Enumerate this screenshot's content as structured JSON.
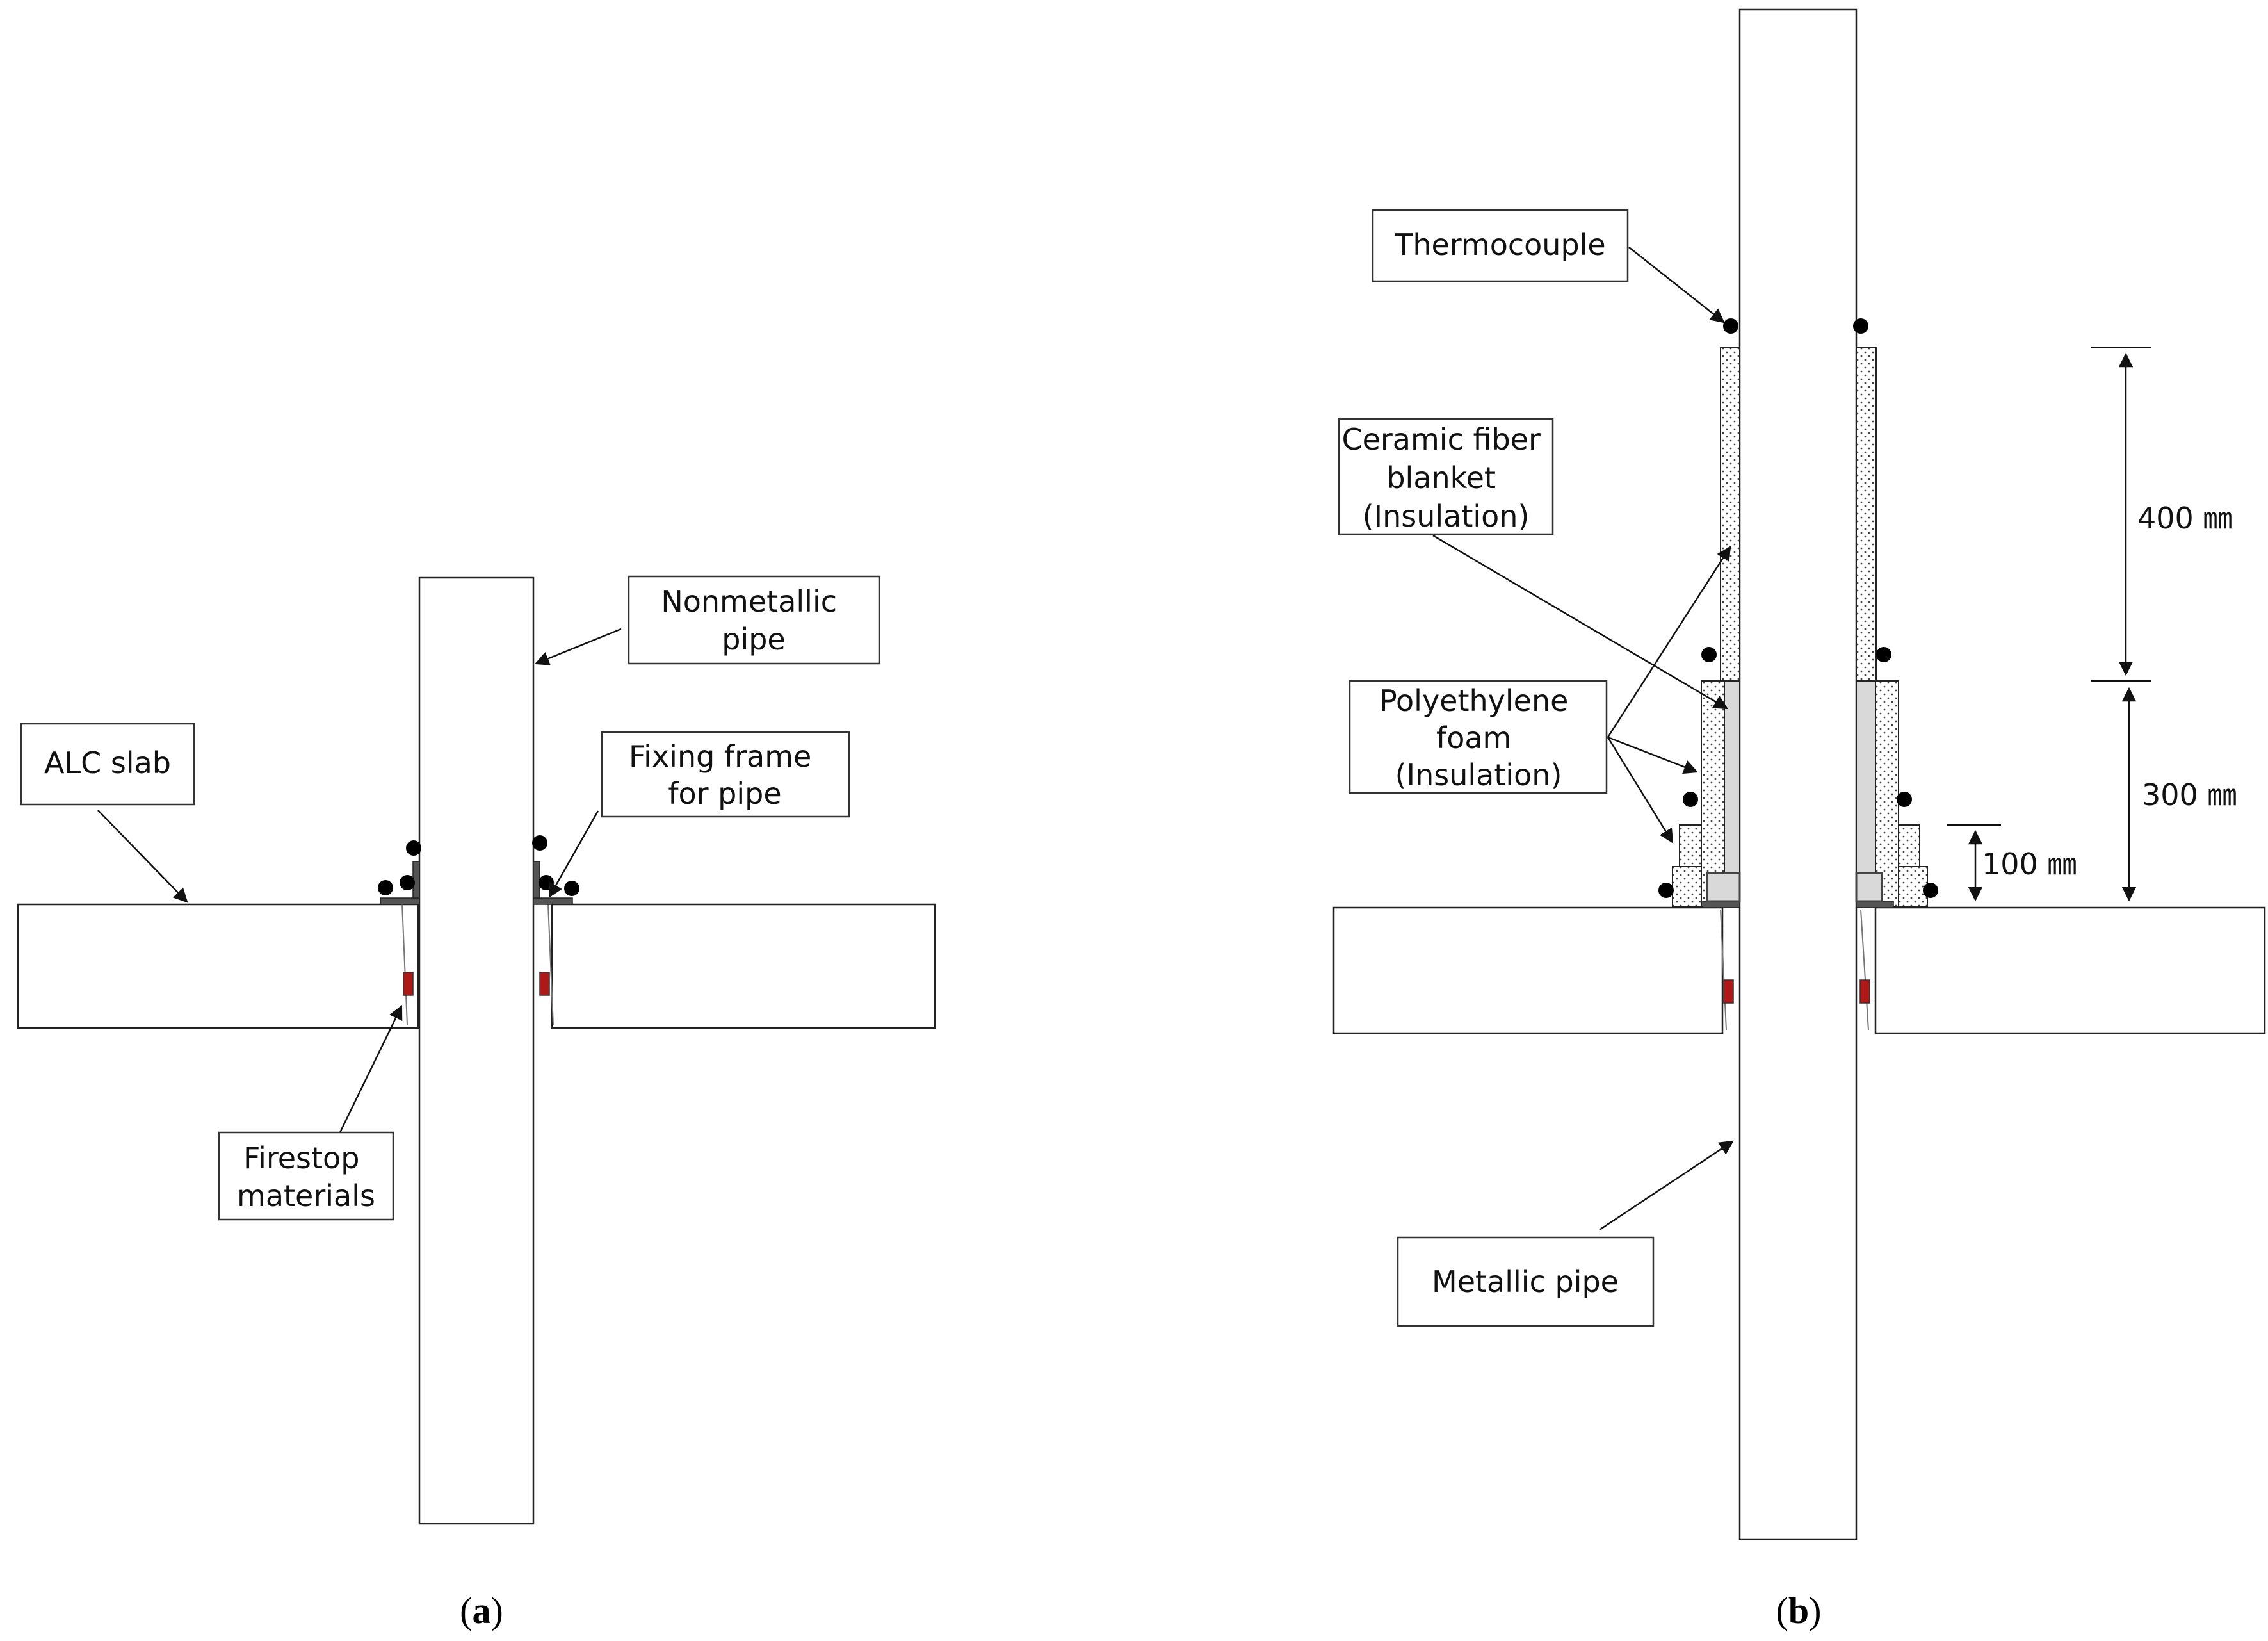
{
  "panel_a": {
    "caption": "a",
    "labels": {
      "nonmetallic_pipe": [
        "Nonmetallic",
        "pipe"
      ],
      "alc_slab": [
        "ALC slab"
      ],
      "fixing_frame": [
        "Fixing frame",
        "for pipe"
      ],
      "firestop": [
        "Firestop",
        "materials"
      ]
    }
  },
  "panel_b": {
    "caption": "b",
    "labels": {
      "thermocouple": [
        "Thermocouple"
      ],
      "ceramic_fiber": [
        "Ceramic fiber",
        "blanket",
        "(Insulation)"
      ],
      "polyethylene": [
        "Polyethylene",
        "foam",
        "(Insulation)"
      ],
      "metallic_pipe": [
        "Metallic pipe"
      ]
    },
    "dimensions": {
      "d400": "400 ㎜",
      "d300": "300 ㎜",
      "d100": "100 ㎜"
    }
  },
  "colors": {
    "firestop": "#b01818",
    "fixing_frame": "#555555",
    "sleeve": "#d9d9d9",
    "thermocouple": "#000000"
  }
}
